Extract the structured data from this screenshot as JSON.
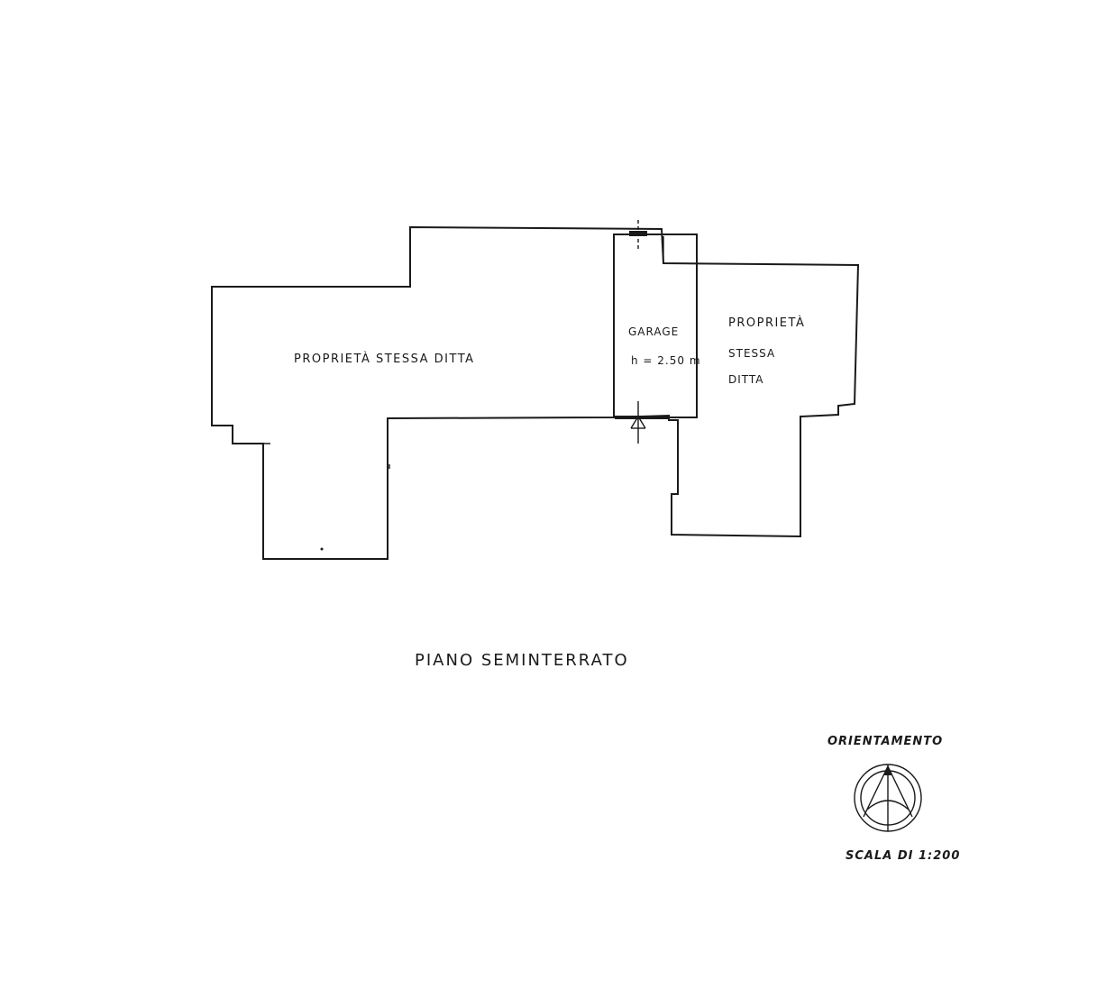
{
  "plan": {
    "rooms": {
      "main_property": {
        "label": "PROPRIETÀ  STESSA  DITTA"
      },
      "garage": {
        "label": "GARAGE",
        "height": "h = 2.50 m"
      },
      "right_property": {
        "line1": "PROPRIETÀ",
        "line2": "STESSA",
        "line3": "DITTA"
      }
    },
    "title": "PIANO  SEMINTERRATO",
    "orientation_label": "ORIENTAMENTO",
    "scale_label": "SCALA DI 1:200"
  },
  "colors": {
    "ink": "#1a1a1a",
    "background": "#ffffff"
  }
}
